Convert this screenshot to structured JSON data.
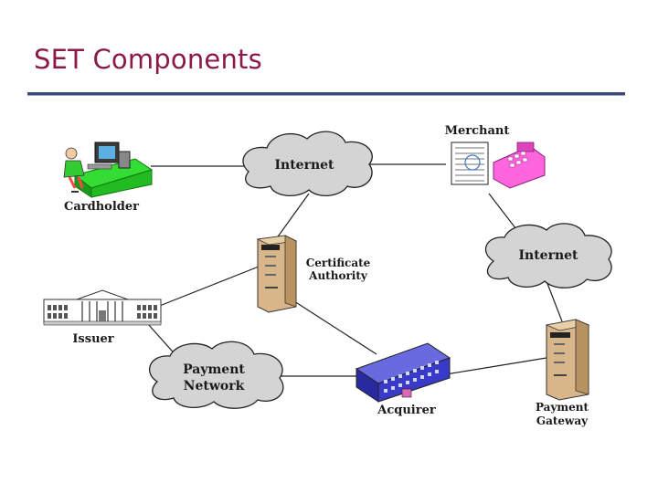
{
  "slide": {
    "title": "SET Components"
  },
  "diagram": {
    "nodes": {
      "cardholder": "Cardholder",
      "internet_top": "Internet",
      "merchant": "Merchant",
      "internet_right": "Internet",
      "certificate_authority_line1": "Certificate",
      "certificate_authority_line2": "Authority",
      "issuer": "Issuer",
      "payment_network_line1": "Payment",
      "payment_network_line2": "Network",
      "acquirer": "Acquirer",
      "payment_gateway_line1": "Payment",
      "payment_gateway_line2": "Gateway"
    },
    "connections": [
      [
        "Cardholder",
        "Internet"
      ],
      [
        "Internet",
        "Merchant"
      ],
      [
        "Internet",
        "Certificate Authority"
      ],
      [
        "Merchant",
        "Internet"
      ],
      [
        "Internet",
        "Payment Gateway"
      ],
      [
        "Issuer",
        "Certificate Authority"
      ],
      [
        "Issuer",
        "Payment Network"
      ],
      [
        "Payment Network",
        "Acquirer"
      ],
      [
        "Certificate Authority",
        "Acquirer"
      ],
      [
        "Acquirer",
        "Payment Gateway"
      ]
    ]
  }
}
